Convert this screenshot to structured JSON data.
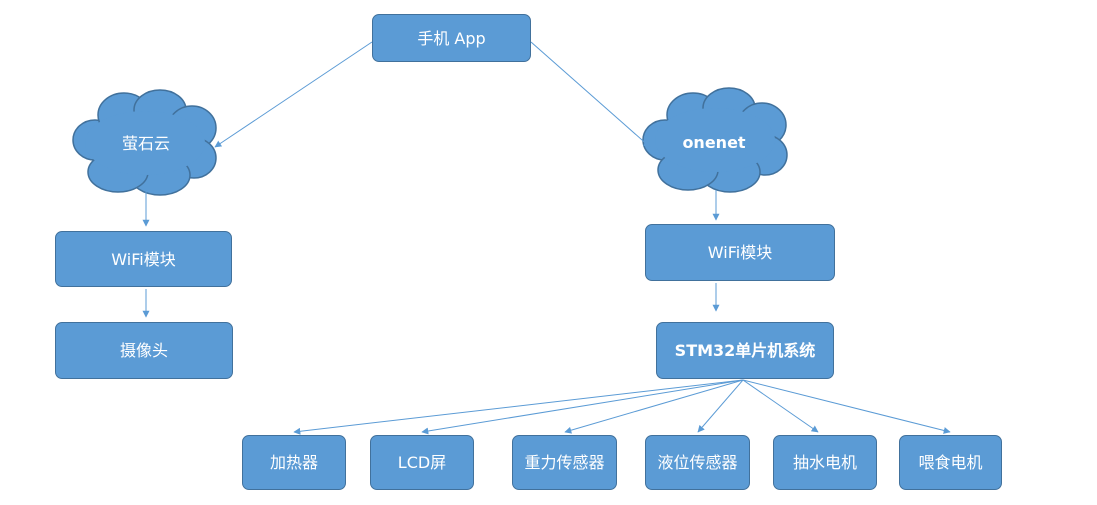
{
  "colors": {
    "fill": "#5b9bd5",
    "border": "#41719c",
    "connector": "#5b9bd5",
    "text": "#ffffff"
  },
  "diagram": {
    "app": "手机 App",
    "cloud_left": "萤石云",
    "cloud_right": "onenet",
    "wifi_left": "WiFi模块",
    "wifi_right": "WiFi模块",
    "camera": "摄像头",
    "mcu": "STM32单片机系统",
    "peripherals": [
      "加热器",
      "LCD屏",
      "重力传感器",
      "液位传感器",
      "抽水电机",
      "喂食电机"
    ]
  }
}
